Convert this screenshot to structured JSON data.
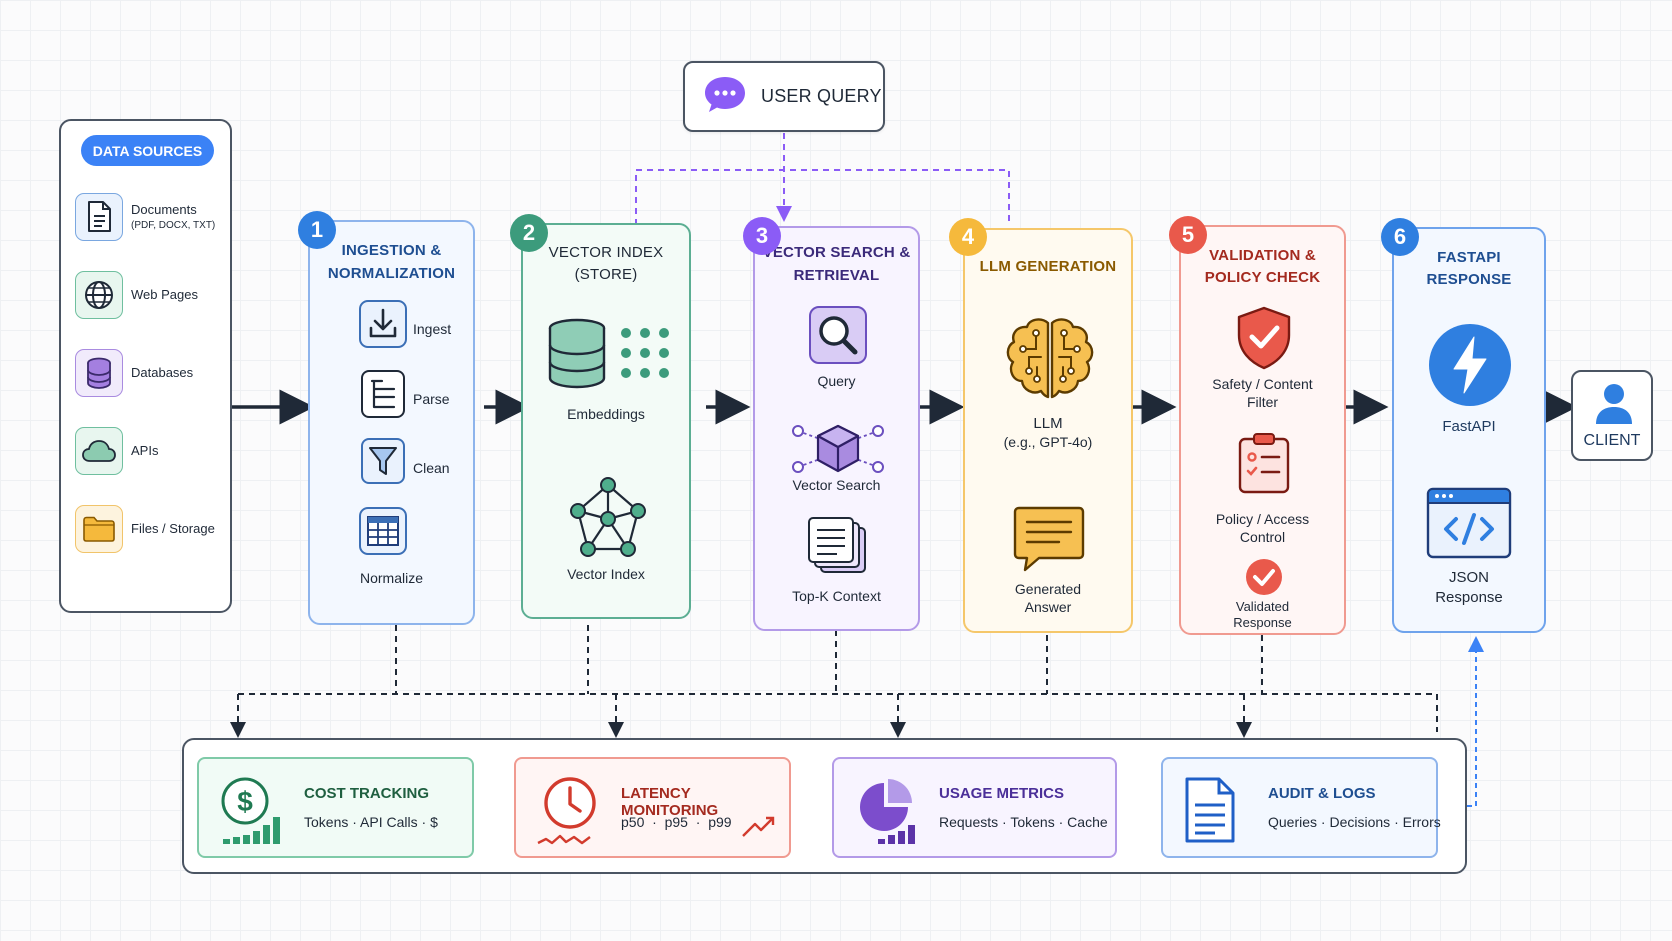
{
  "user_query": {
    "label": "USER QUERY"
  },
  "data_sources": {
    "title": "DATA SOURCES",
    "items": [
      {
        "label": "Documents",
        "sub": "(PDF, DOCX, TXT)",
        "icon": "document-icon"
      },
      {
        "label": "Web Pages",
        "sub": "",
        "icon": "globe-icon"
      },
      {
        "label": "Databases",
        "sub": "",
        "icon": "database-icon"
      },
      {
        "label": "APIs",
        "sub": "",
        "icon": "cloud-icon"
      },
      {
        "label": "Files / Storage",
        "sub": "",
        "icon": "folder-icon"
      }
    ]
  },
  "stages": [
    {
      "number": "1",
      "title_line1": "INGESTION &",
      "title_line2": "NORMALIZATION",
      "steps": [
        "Ingest",
        "Parse",
        "Clean",
        "Normalize"
      ],
      "color": "#3b82f6"
    },
    {
      "number": "2",
      "title_line1": "VECTOR INDEX",
      "title_line2": "(STORE)",
      "steps": [
        "Embeddings",
        "Vector Index"
      ],
      "color": "#3c9b7c"
    },
    {
      "number": "3",
      "title_line1": "VECTOR SEARCH &",
      "title_line2": "RETRIEVAL",
      "steps": [
        "Query",
        "Vector Search",
        "Top-K Context"
      ],
      "color": "#8b5cf6"
    },
    {
      "number": "4",
      "title_line1": "LLM GENERATION",
      "title_line2": "",
      "steps": [
        "LLM",
        "(e.g., GPT-4o)",
        "Generated",
        "Answer"
      ],
      "color": "#f5b93c"
    },
    {
      "number": "5",
      "title_line1": "VALIDATION &",
      "title_line2": "POLICY CHECK",
      "steps": [
        "Safety / Content",
        "Filter",
        "Policy / Access",
        "Control",
        "Validated",
        "Response"
      ],
      "color": "#e9594b"
    },
    {
      "number": "6",
      "title_line1": "FASTAPI",
      "title_line2": "RESPONSE",
      "steps": [
        "FastAPI",
        "JSON",
        "Response"
      ],
      "color": "#2f7fe0"
    }
  ],
  "client": {
    "label": "CLIENT"
  },
  "monitoring": [
    {
      "title": "COST TRACKING",
      "metrics": [
        "Tokens",
        "API Calls",
        "$"
      ],
      "color": "#2f9b6e"
    },
    {
      "title": "LATENCY MONITORING",
      "metrics": [
        "p50",
        "p95",
        "p99"
      ],
      "color": "#e04a3c"
    },
    {
      "title": "USAGE METRICS",
      "metrics": [
        "Requests",
        "Tokens",
        "Cache"
      ],
      "color": "#7c4dcc"
    },
    {
      "title": "AUDIT & LOGS",
      "metrics": [
        "Queries",
        "Decisions",
        "Errors"
      ],
      "color": "#2f6fdc"
    }
  ],
  "separator": "·"
}
